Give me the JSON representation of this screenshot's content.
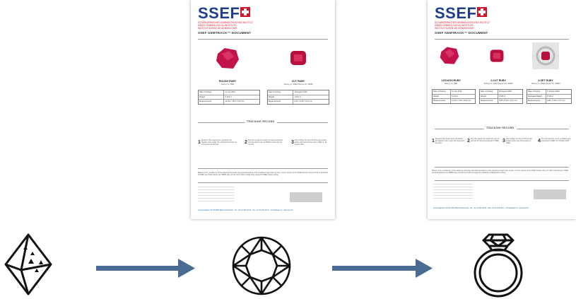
{
  "brand": "SSEF",
  "accent": "#d0172b",
  "brand_color": "#1e3d8f",
  "arrow_color": "#4a6b93",
  "institute_lines": [
    "SCHWEIZERISCHES GEMMOLOGISCHES INSTITUT",
    "SWISS GEMMOLOGICAL INSTITUTE",
    "INSTITUT SUISSE DE GEMMOLOGIE"
  ],
  "doc_title": "SSEF GEMTRACK™ DOCUMENT",
  "doc1": {
    "items": [
      {
        "name": "ROUGH RUBY",
        "sub": "Testing no. 7881"
      },
      {
        "name": "CUT RUBY",
        "sub": "Testing no. SSEF Report No. 89583"
      }
    ],
    "tables": [
      [
        [
          "Date of Testing",
          "11 July 2016"
        ],
        [
          "Weight",
          "5.149 ct"
        ],
        [
          "Measurements",
          "14.09 x 7.83 x 6.53 mm"
        ]
      ],
      [
        [
          "Date of Testing",
          "18 August 2016"
        ],
        [
          "Weight",
          "1.515 ct"
        ],
        [
          "Measurements",
          "6.06 x 5.23 x 4.27 mm"
        ]
      ]
    ],
    "tracking": "TRACKING RECORD",
    "steps": [
      {
        "n": "1",
        "t": "Receipt of the rough stone. Gemfields, the supplier of the rough ruby, described the stone as coming from Montepuez."
      },
      {
        "n": "2",
        "t": "After the receipt, the rough ruby was cut with the GIT and documented by SSEF to determine the cut ruby."
      },
      {
        "n": "3",
        "t": "After cutting, the ruby (1.515 ct) was studied further with and documented by SSEF on 18 August 2016."
      }
    ],
    "conclusion": "Based on the consistency of the analysed properties and internal features of the described rough and cut ruby, it is the opinion of the SSEF that the ruby of 1.515 ct described in SSEF GemTrack Report No. 89583 was cut from the 5.149 ct rough ruby, tracked by SSEF before cutting.",
    "footer": "Aeschengraben 26  CH-4051 Basel  Switzerland  ·  Tel. +41 61 262 06 40  ·  Fax +41 61 262 06 41  ·  admin@ssef.ch  ·  www.ssef.ch"
  },
  "doc2": {
    "items": [
      {
        "name": "1-ROUGH RUBY",
        "sub": "Testing no. 7881"
      },
      {
        "name": "2-CUT RUBY",
        "sub": "Testing no. SSEF Report No. 89583"
      },
      {
        "name": "3-SET RUBY",
        "sub": "Testing no. SSEF Report No. 89584"
      }
    ],
    "tables": [
      [
        [
          "Date of Testing",
          "11 July 2016"
        ],
        [
          "Weight",
          "5.149 ct"
        ],
        [
          "Measurements",
          "14.09 x 7.83 x 6.53 mm"
        ]
      ],
      [
        [
          "Date of Testing",
          "18 August 2016"
        ],
        [
          "Weight",
          "1.515 ct"
        ],
        [
          "Measurements",
          "6.06 x 5.23 x 4.27 mm"
        ]
      ],
      [
        [
          "Date of Testing",
          "3 October 2016"
        ],
        [
          "Estimated Weight",
          "1.515 ct"
        ],
        [
          "Measurements",
          "6.06 x 5.23 x 4.27 mm"
        ]
      ]
    ],
    "tracking": "TRACKING RECORD",
    "steps": [
      {
        "n": "1",
        "t": "Receipt of the rough stone. Gemfields, the supplier of the rough ruby, described the stone."
      },
      {
        "n": "2",
        "t": "After the receipt, the rough ruby was cut with the GIT and documented by SSEF."
      },
      {
        "n": "3",
        "t": "After cutting, the ruby (1.515 ct) was studied further and documented by SSEF."
      },
      {
        "n": "4",
        "t": "The ruby was then set in a necklace and examined by SSEF on 3 October 2016."
      }
    ],
    "conclusion": "Based on the consistency of the analysed properties and internal features of the described rough and cut ruby, it is the opinion of the SSEF that the ruby of 1.515 ct described in SSEF GemTrack Report No. 89583 was cut from the 5.149 ct rough ruby, tracked by SSEF before cutting.",
    "footer": "Aeschengraben 26  CH-4051 Basel  Switzerland  ·  Tel. +41 61 262 06 40  ·  Fax +41 61 262 06 41  ·  admin@ssef.ch  ·  www.ssef.ch"
  },
  "icons": [
    "rough-crystal-icon",
    "cut-diamond-icon",
    "ring-icon"
  ]
}
